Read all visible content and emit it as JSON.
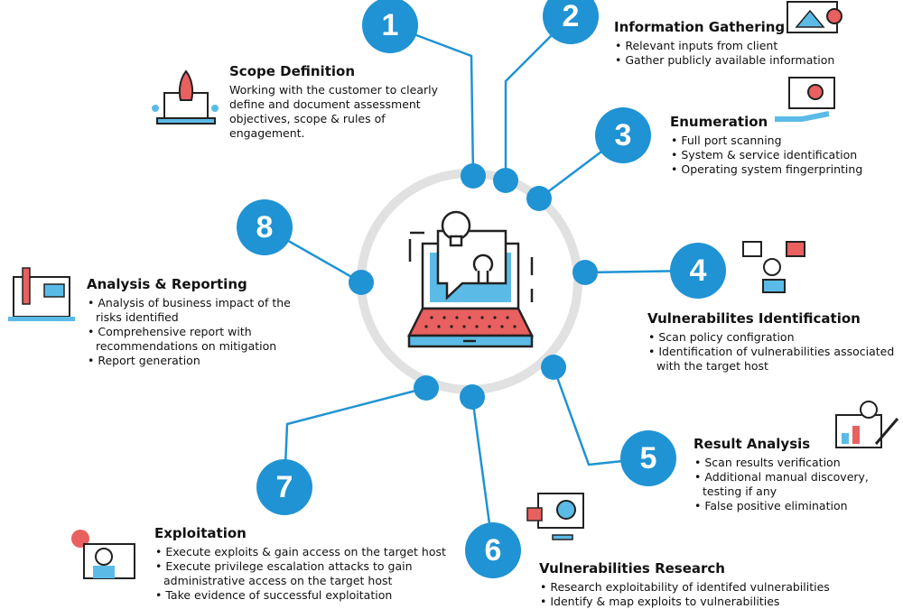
{
  "center_icon": "laptop-lightbulb-wrench-icon",
  "colors": {
    "accent": "#1f93d3",
    "ring": "#e1e1e1",
    "keyboard": "#e8605f",
    "screen": "#5bbbe6"
  },
  "steps": [
    {
      "number": "1",
      "title": "Scope Definition",
      "description": "Working with the customer to clearly define and document assessment objectives, scope & rules of engagement.",
      "icon": "rocket-laptop-icon"
    },
    {
      "number": "2",
      "title": "Information Gathering",
      "bullets": [
        "Relevant inputs from client",
        "Gather publicly available information"
      ],
      "icon": "toolbox-icon"
    },
    {
      "number": "3",
      "title": "Enumeration",
      "bullets": [
        "Full port scanning",
        "System & service identification",
        "Operating system fingerprinting"
      ],
      "icon": "monitor-gear-hand-icon"
    },
    {
      "number": "4",
      "title": "Vulnerabilites Identification",
      "bullets": [
        "Scan policy configration",
        "Identification of vulnerabilities associated with the target host"
      ],
      "icon": "network-media-icon"
    },
    {
      "number": "5",
      "title": "Result Analysis",
      "bullets": [
        "Scan results verification",
        "Additional manual discovery, testing if any",
        "False positive elimination"
      ],
      "icon": "analytics-monitor-icon"
    },
    {
      "number": "6",
      "title": "Vulnerabilities Research",
      "bullets": [
        "Research exploitability of identifed vulnerabilities",
        "Identify & map exploits to vulnerabilities"
      ],
      "icon": "monitor-magnifier-icon"
    },
    {
      "number": "7",
      "title": "Exploitation",
      "bullets": [
        "Execute exploits & gain access on the target host",
        "Execute privilege escalation attacks to gain administrative access on the target host",
        "Take evidence of successful exploitation"
      ],
      "icon": "hacker-headset-icon"
    },
    {
      "number": "8",
      "title": "Analysis & Reporting",
      "bullets": [
        "Analysis of business impact of the risks identified",
        "Comprehensive report with recommendations on mitigation",
        "Report generation"
      ],
      "icon": "report-sliders-icon"
    }
  ]
}
